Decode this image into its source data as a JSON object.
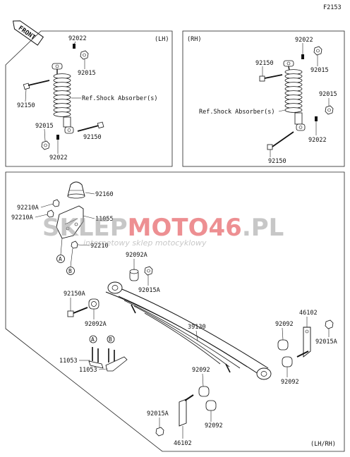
{
  "figure_id": "F2153",
  "front_label": "FRONT",
  "panels": {
    "lh": {
      "tag": "(LH)"
    },
    "rh": {
      "tag": "(RH)"
    },
    "bottom": {
      "tag": "(LH/RH)"
    }
  },
  "lh_labels": {
    "p92022_top": "92022",
    "p92015_top": "92015",
    "p92150_left": "92150",
    "ref": "Ref.Shock Absorber(s)",
    "p92015_bot": "92015",
    "p92150_right": "92150",
    "p92022_bot": "92022"
  },
  "rh_labels": {
    "p92022_top": "92022",
    "p92150_top": "92150",
    "p92015_top": "92015",
    "p92015_mid": "92015",
    "ref": "Ref.Shock Absorber(s)",
    "p92022_bot": "92022",
    "p92150_bot": "92150"
  },
  "bottom_labels": {
    "p92160": "92160",
    "p92210A_1": "92210A",
    "p92210A_2": "92210A",
    "p11055": "11055",
    "p92210": "92210",
    "callout_a": "A",
    "callout_b": "B",
    "p92092A_top": "92092A",
    "p92015A_top": "92015A",
    "p92150A": "92150A",
    "p92092A_bot": "92092A",
    "p39130": "39130",
    "p46102_right": "46102",
    "p92092_r1": "92092",
    "p92015A_right": "92015A",
    "callout_a2": "A",
    "callout_b2": "B",
    "p11053_1": "11053",
    "p11053_2": "11053",
    "p92092_r2": "92092",
    "p92092_mid": "92092",
    "p92015A_bot": "92015A",
    "p92092_bot": "92092",
    "p46102_bot": "46102"
  },
  "watermark": {
    "brand_part1": "SKLEP",
    "brand_part2": "MOTO",
    "brand_part3": "46",
    "brand_part4": ".PL",
    "tagline": "internetowy sklep motocyklowy",
    "color_dark": "#9a9a9a",
    "color_red": "#e0353a"
  }
}
